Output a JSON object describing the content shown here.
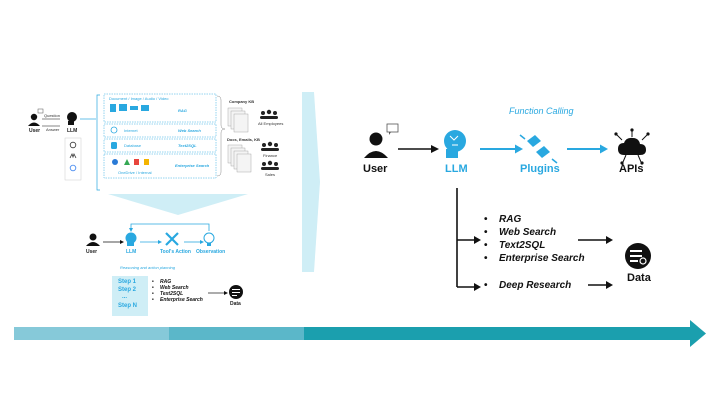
{
  "colors": {
    "accent": "#29a8e0",
    "bar_light": "#86c9d9",
    "bar_dark": "#1b9fae",
    "panel": "#cfeef6"
  },
  "left_panel": {
    "user_label": "User",
    "question_label": "Question",
    "answer_label": "Answer",
    "llm_label": "LLM",
    "rows": [
      {
        "label": "Document / Image / Audio / Video",
        "tag": "RAG"
      },
      {
        "label": "Internet",
        "tag": "Web Search"
      },
      {
        "label": "Database",
        "tag": "Text2SQL"
      },
      {
        "label": "OneDrive / Internal",
        "tag": "Enterprise Search"
      }
    ],
    "company_kb": "Company KB",
    "docs_label": "Docs, Emails, KB",
    "groups": [
      "All Employees",
      "Finance",
      "Sales"
    ],
    "agent_flow": {
      "user": "User",
      "llm": "LLM",
      "action": "Tool's Action",
      "observation": "Observation"
    },
    "reasoning_label": "Reasoning and action planning",
    "steps": [
      "Step 1",
      "Step 2",
      "...",
      "Step N"
    ],
    "bullets": [
      "RAG",
      "Web Search",
      "Text2SQL",
      "Enterprise Search"
    ],
    "data_label": "Data"
  },
  "right_panel": {
    "function_calling": "Function Calling",
    "user_label": "User",
    "llm_label": "LLM",
    "plugins_label": "Plugins",
    "apis_label": "APIs",
    "bullets": [
      "RAG",
      "Web Search",
      "Text2SQL",
      "Enterprise Search"
    ],
    "deep_research": "Deep Research",
    "data_label": "Data"
  }
}
